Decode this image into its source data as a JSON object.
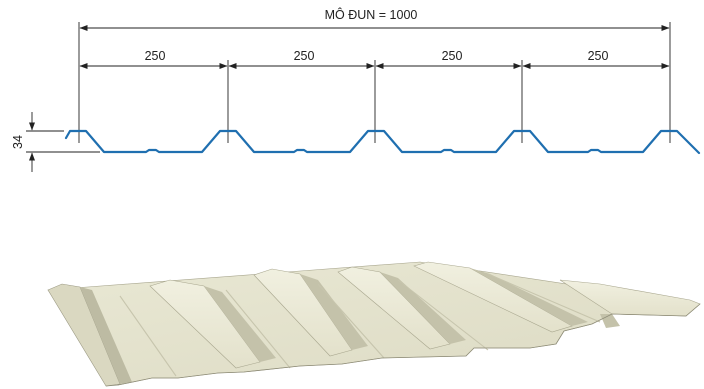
{
  "dimensions": {
    "module_label": "MÔ ĐUN = 1000",
    "pitch_labels": [
      "250",
      "250",
      "250",
      "250"
    ],
    "height_label": "34"
  },
  "colors": {
    "profile_line": "#1f6fb0",
    "dimension_line": "#222222",
    "sheet_light": "#ecebd8",
    "sheet_mid": "#dedcc6",
    "sheet_shadow": "#b9b7a0",
    "sheet_edge": "#9c9a84"
  },
  "render": {
    "profile_section": "trapezoidal-5-rib",
    "sheet_view": "perspective-3d-panel"
  }
}
